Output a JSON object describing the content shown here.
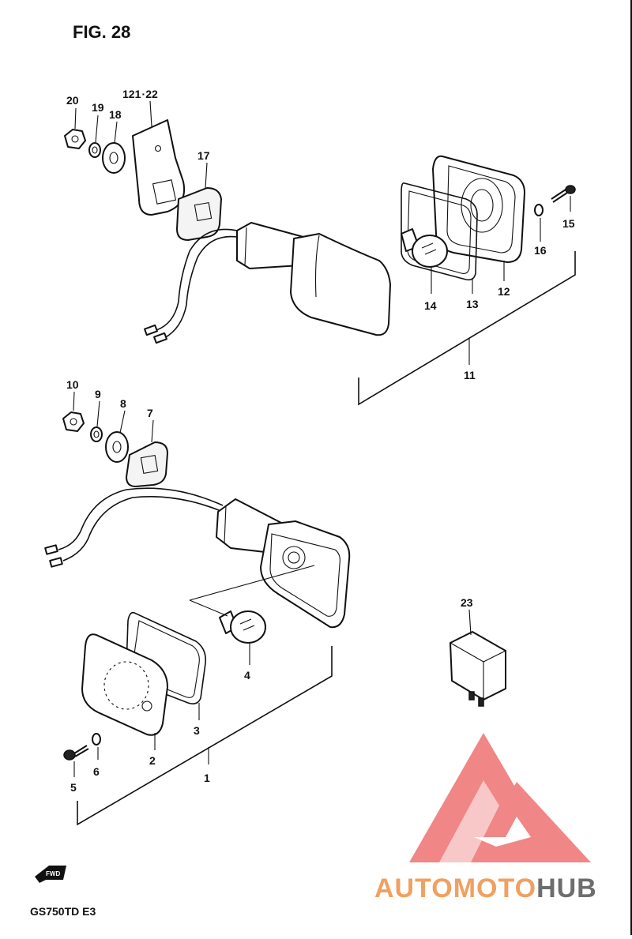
{
  "figure": {
    "title": "FIG. 28",
    "model": "GS750TD  E3",
    "fwd_label": "FWD"
  },
  "watermark": {
    "text_part1": "AUTOMOTO",
    "text_part2": "HUB",
    "color_primary": "#f07a7a",
    "color_secondary": "#f3c27a",
    "color_dark": "#6d6d6d"
  },
  "callouts": {
    "p1": "1",
    "p2": "2",
    "p3": "3",
    "p4": "4",
    "p5": "5",
    "p6": "6",
    "p7": "7",
    "p8": "8",
    "p9": "9",
    "p10": "10",
    "p11": "11",
    "p12": "12",
    "p13": "13",
    "p14": "14",
    "p15": "15",
    "p16": "16",
    "p17": "17",
    "p18": "18",
    "p19": "19",
    "p20": "20",
    "p21_22": "121 ·22",
    "p23": "23"
  }
}
